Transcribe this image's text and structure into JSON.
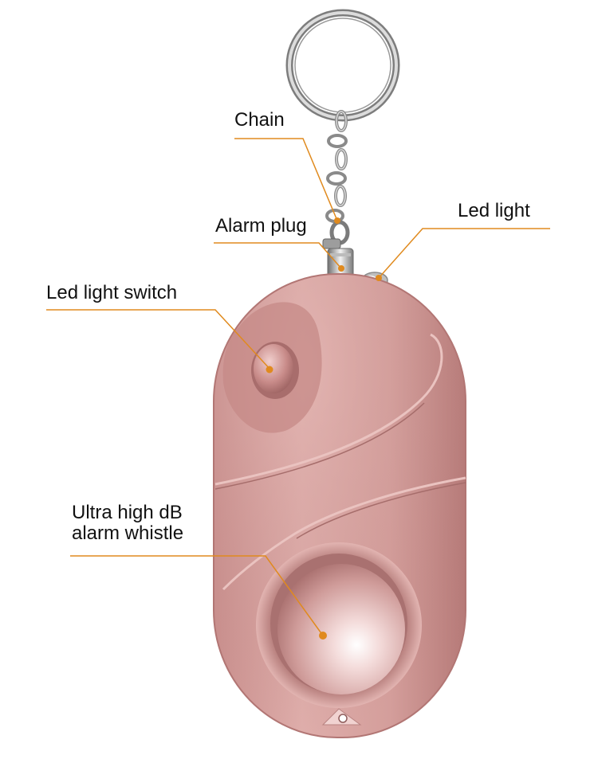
{
  "image": {
    "subject": "personal-alarm-keychain",
    "body_color": "#d9a3a1",
    "callout_color": "#e08a1e"
  },
  "callouts": {
    "chain": "Chain",
    "alarm_plug": "Alarm plug",
    "led_light": "Led light",
    "led_light_switch": "Led light switch",
    "whistle_line1": "Ultra high dB",
    "whistle_line2": "alarm whistle"
  }
}
